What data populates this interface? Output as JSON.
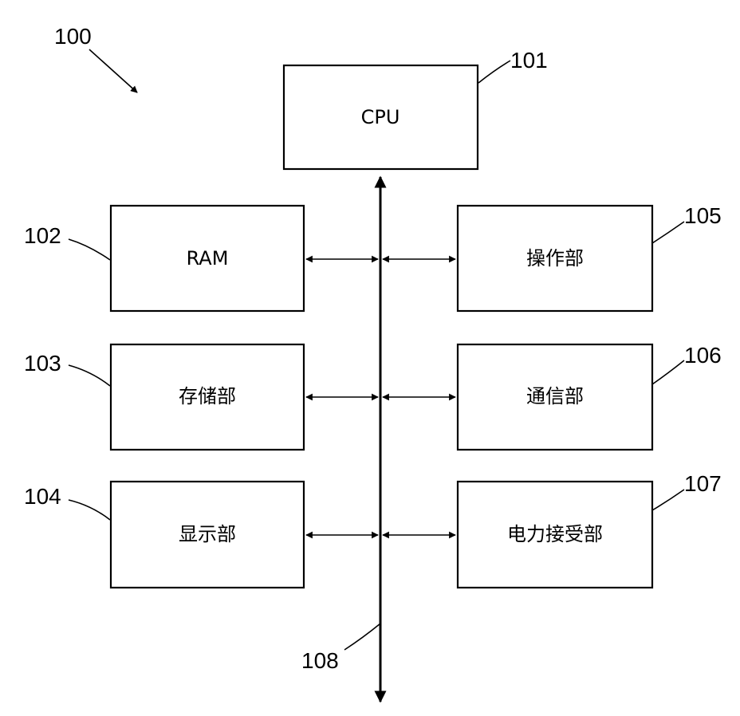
{
  "figure": {
    "ref": "100",
    "blocks": {
      "cpu": {
        "ref": "101",
        "label": "CPU"
      },
      "ram": {
        "ref": "102",
        "label": "RAM"
      },
      "storage": {
        "ref": "103",
        "label": "存储部"
      },
      "display": {
        "ref": "104",
        "label": "显示部"
      },
      "operation": {
        "ref": "105",
        "label": "操作部"
      },
      "communication": {
        "ref": "106",
        "label": "通信部"
      },
      "power_receiving": {
        "ref": "107",
        "label": "电力接受部"
      }
    },
    "bus": {
      "ref": "108"
    }
  }
}
